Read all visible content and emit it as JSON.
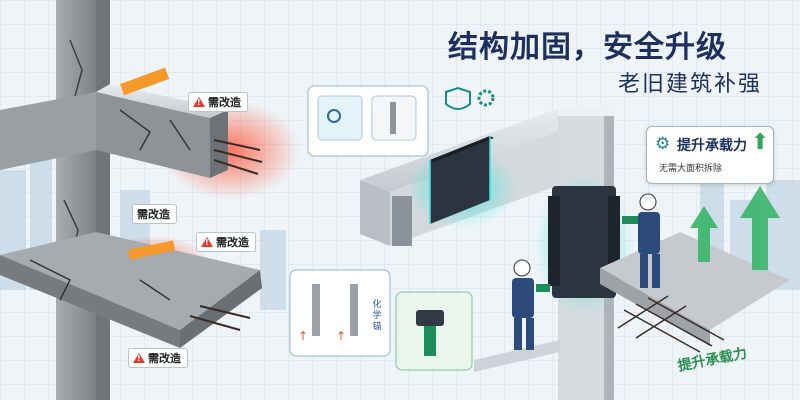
{
  "title": {
    "main": "结构加固，安全升级",
    "sub": "老旧建筑补强"
  },
  "tags": {
    "tag1": "需改造",
    "tag2": "需改造",
    "tag3": "需改造",
    "tag4": "需改造"
  },
  "badge": {
    "title": "提升承载力",
    "subtitle": "无需大面积拆除"
  },
  "bottom_label": "提升承载力",
  "chem_label": "化学锚",
  "colors": {
    "navy": "#1d2f5e",
    "teal": "#1c8b86",
    "green": "#2fa55a",
    "warning_red": "#e23b2b",
    "glow_cyan": "#3fe6e0"
  }
}
